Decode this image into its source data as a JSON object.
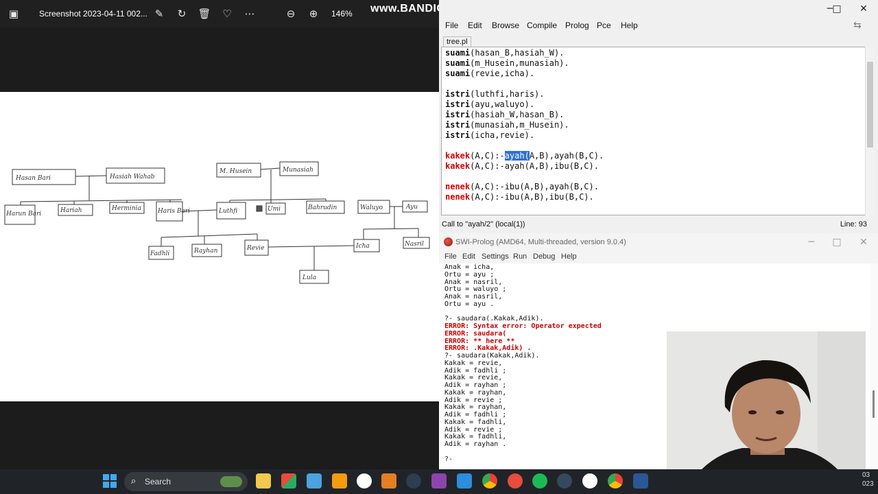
{
  "viewer": {
    "title": "Screenshot 2023-04-11 002...",
    "zoom": "146%",
    "toolbar_icons": [
      "gallery-icon",
      "edit-icon",
      "rotate-icon",
      "delete-icon",
      "heart-icon",
      "more-icon",
      "zoom-out-icon",
      "zoom-in-icon"
    ],
    "photo_labels": {
      "hasan": "Hasan Bari",
      "hasiah": "Hasiah Wahab",
      "husein": "M. Husein",
      "munasiah": "Munasiah",
      "harun": "Harun Bari",
      "hariah": "Hariah",
      "herminia": "Herminia",
      "haris": "Haris Bari",
      "luthfi": "Luthfi",
      "umi": "Umi",
      "bahrudin": "Bahrudin",
      "waluyo": "Waluyo",
      "ayu": "Ayu",
      "fadhli": "Fadhli",
      "rayhan": "Rayhan",
      "revie": "Revie",
      "icha": "Icha",
      "nasril": "Nasril",
      "lula": "Lula"
    }
  },
  "watermark": "www.BANDICAM.com",
  "editor": {
    "menu": [
      "File",
      "Edit",
      "Browse",
      "Compile",
      "Prolog",
      "Pce",
      "Help"
    ],
    "tab": "tree.pl",
    "status_left": "Call to \"ayah/2\" (local(1))",
    "status_right": "Line: 93",
    "window_controls": [
      "─",
      "□",
      "✕"
    ],
    "code": {
      "l1_head": "suami",
      "l1_tail": "(hasan_B,hasiah_W).",
      "l2_head": "suami",
      "l2_tail": "(m_Husein,munasiah).",
      "l3_head": "suami",
      "l3_tail": "(revie,icha).",
      "l4_head": "istri",
      "l4_tail": "(luthfi,haris).",
      "l5_head": "istri",
      "l5_tail": "(ayu,waluyo).",
      "l6_head": "istri",
      "l6_tail": "(hasiah_W,hasan_B).",
      "l7_head": "istri",
      "l7_tail": "(munasiah,m_Husein).",
      "l8_head": "istri",
      "l8_tail": "(icha,revie).",
      "l9_head": "kakek",
      "l9_a": "(A,C):-",
      "l9_sel": "ayah(",
      "l9_b": "A,B),ayah(B,C).",
      "l10_head": "kakek",
      "l10_tail": "(A,C):-ayah(A,B),ibu(B,C).",
      "l11_head": "nenek",
      "l11_tail": "(A,C):-ibu(A,B),ayah(B,C).",
      "l12_head": "nenek",
      "l12_tail": "(A,C):-ibu(A,B),ibu(B,C)."
    }
  },
  "console": {
    "title": "SWI-Prolog (AMD64, Multi-threaded, version 9.0.4)",
    "menu": [
      "File",
      "Edit",
      "Settings",
      "Run",
      "Debug",
      "Help"
    ],
    "lines": [
      {
        "text": "Anak = icha,",
        "err": false
      },
      {
        "text": "Ortu = ayu ;",
        "err": false
      },
      {
        "text": "Anak = nasril,",
        "err": false
      },
      {
        "text": "Ortu = waluyo ;",
        "err": false
      },
      {
        "text": "Anak = nasril,",
        "err": false
      },
      {
        "text": "Ortu = ayu .",
        "err": false
      },
      {
        "text": "",
        "err": false
      },
      {
        "text": "?- saudara(.Kakak,Adik).",
        "err": false
      },
      {
        "text": "ERROR: Syntax error: Operator expected",
        "err": true
      },
      {
        "text": "ERROR: saudara(",
        "err": true
      },
      {
        "text": "ERROR: ** here **",
        "err": true
      },
      {
        "text": "ERROR: .Kakak,Adik) .",
        "err": true
      },
      {
        "text": "?- saudara(Kakak,Adik).",
        "err": false
      },
      {
        "text": "Kakak = revie,",
        "err": false
      },
      {
        "text": "Adik = fadhli ;",
        "err": false
      },
      {
        "text": "Kakak = revie,",
        "err": false
      },
      {
        "text": "Adik = rayhan ;",
        "err": false
      },
      {
        "text": "Kakak = rayhan,",
        "err": false
      },
      {
        "text": "Adik = revie ;",
        "err": false
      },
      {
        "text": "Kakak = rayhan,",
        "err": false
      },
      {
        "text": "Adik = fadhli ;",
        "err": false
      },
      {
        "text": "Kakak = fadhli,",
        "err": false
      },
      {
        "text": "Adik = revie ;",
        "err": false
      },
      {
        "text": "Kakak = fadhli,",
        "err": false
      },
      {
        "text": "Adik = rayhan .",
        "err": false
      },
      {
        "text": "",
        "err": false
      },
      {
        "text": "?-",
        "err": false
      }
    ]
  },
  "taskbar": {
    "search_label": "Search",
    "time_partial": "03",
    "date_partial": "023",
    "apps": [
      "start-icon",
      "widgets-icon",
      "file-explorer-icon",
      "office-icon",
      "notepad-icon",
      "xampp-icon",
      "word-online-icon",
      "matlab-icon",
      "steam-icon",
      "visual-studio-icon",
      "vscode-icon",
      "chrome-icon",
      "bandicam-icon",
      "spotify-icon",
      "steam2-icon",
      "obs-icon",
      "chrome2-icon",
      "word-icon"
    ]
  }
}
